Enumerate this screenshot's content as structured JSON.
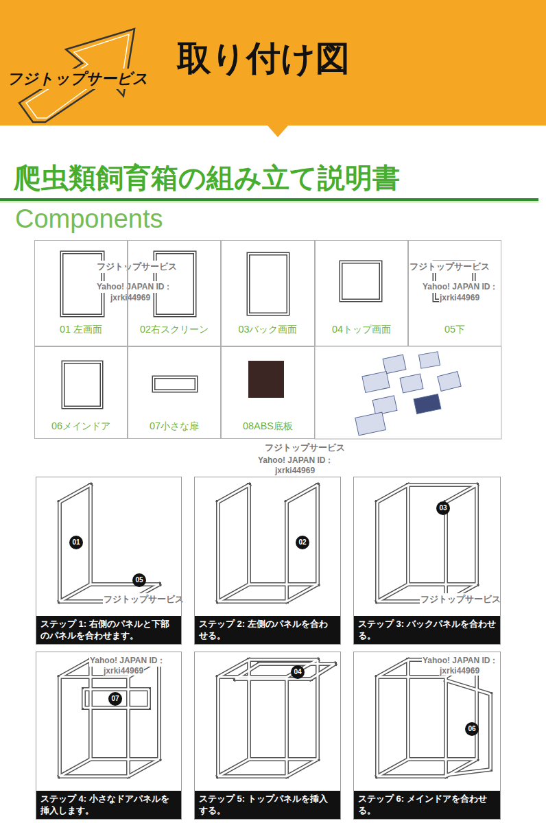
{
  "diagram": {
    "title": "取り付け図",
    "nodes": [
      {
        "text": [
          "01 左画面"
        ]
      },
      {
        "text": [
          "02右スクリーン"
        ]
      },
      {
        "text": [
          "03バック画面"
        ]
      },
      {
        "text": [
          "04トップ画面"
        ]
      },
      {
        "text": [
          "05下"
        ]
      },
      {
        "text": [
          "06メインドア"
        ]
      },
      {
        "text": [
          "07小さな扉"
        ]
      },
      {
        "text": [
          "08ABS底板"
        ]
      },
      {
        "text": [
          "01",
          "05",
          "ステップ 1: 右側のパネルと下部のパネルを合わせます。"
        ]
      },
      {
        "text": [
          "02",
          "ステップ 2: 左側のパネルを合わせる。"
        ]
      },
      {
        "text": [
          "03",
          "ステップ 3: バックパネルを合わせる。"
        ]
      },
      {
        "text": [
          "07",
          "ステップ 4: 小さなドアパネルを挿入します。"
        ]
      },
      {
        "text": [
          "04",
          "ステップ 5: トップパネルを挿入する。"
        ]
      },
      {
        "text": [
          "06",
          "ステップ 6: メインドアを合わせる。"
        ]
      }
    ],
    "labels": [
      "フジトップサービス",
      "爬虫類飼育箱の組み立て説明書",
      "Components",
      "フジトップサービス",
      "Yahoo! JAPAN ID：",
      "jxrki44969",
      "フジトップサービス",
      "Yahoo! JAPAN ID：",
      "jxrki44969",
      "フジトップサービス",
      "Yahoo! JAPAN ID：",
      "jxrki44969",
      "フジトップサービス",
      "Yahoo! JAPAN ID：",
      "jxrki44969",
      "フジトップサービス",
      "Yahoo! JAPAN ID：",
      "jxrki44969"
    ]
  }
}
